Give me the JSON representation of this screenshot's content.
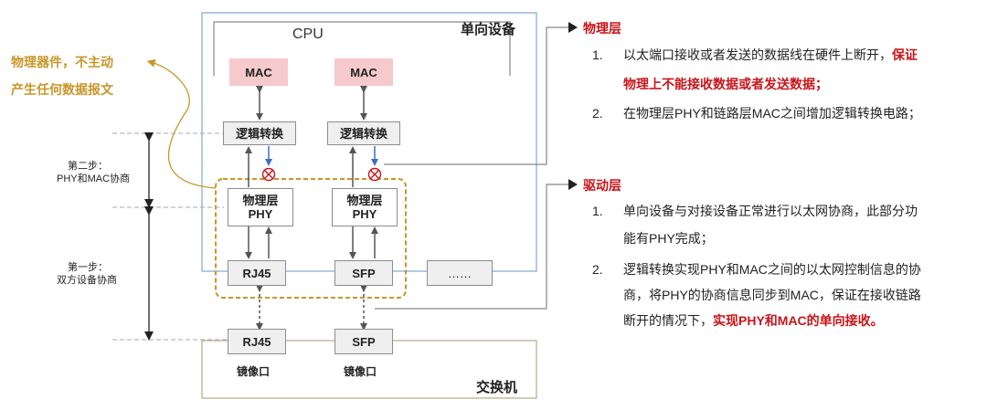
{
  "device": {
    "title": "单向设备",
    "cpu_label": "CPU",
    "mac_left": "MAC",
    "mac_right": "MAC",
    "logic_left": "逻辑转换",
    "logic_right": "逻辑转换",
    "phy_left_line1": "物理层",
    "phy_left_line2": "PHY",
    "phy_right_line1": "物理层",
    "phy_right_line2": "PHY",
    "port_left": "RJ45",
    "port_right": "SFP",
    "port_more": "……"
  },
  "switch": {
    "title": "交换机",
    "port_left": "RJ45",
    "port_right": "SFP",
    "mirror_left": "镜像口",
    "mirror_right": "镜像口"
  },
  "note": {
    "line1": "物理器件，不主动",
    "line2": "产生任何数据报文"
  },
  "steps": {
    "step2_line1": "第二步：",
    "step2_line2": "PHY和MAC协商",
    "step1_line1": "第一步：",
    "step1_line2": "双方设备协商"
  },
  "physical_layer": {
    "title": "物理层",
    "items": [
      {
        "num": "1.",
        "line1_normal": "以太端口接收或者发送的数据线在硬件上断开，",
        "line1_red": "保证",
        "line2_red": "物理上不能接收数据或者发送数据；"
      },
      {
        "num": "2.",
        "line1_normal": "在物理层PHY和链路层MAC之间增加逻辑转换电路；"
      }
    ]
  },
  "driver_layer": {
    "title": "驱动层",
    "items": [
      {
        "num": "1.",
        "line1": "单向设备与对接设备正常进行以太网协商，此部分功",
        "line2": "能有PHY完成；"
      },
      {
        "num": "2.",
        "line1": "逻辑转换实现PHY和MAC之间的以太网控制信息的协",
        "line2": "商，将PHY的协商信息同步到MAC，保证在接收链路",
        "line3_normal": "断开的情况下，",
        "line3_red": "实现PHY和MAC的单向接收。"
      }
    ]
  },
  "colors": {
    "device_frame": "#7fa7d6",
    "switch_frame": "#b8a98a",
    "dashed_group": "#c8962a",
    "accent_red": "#c8151b",
    "note_orange": "#c8962a",
    "mac_fill": "#f6c9cc",
    "arrow_blue": "#3a6fc4"
  }
}
